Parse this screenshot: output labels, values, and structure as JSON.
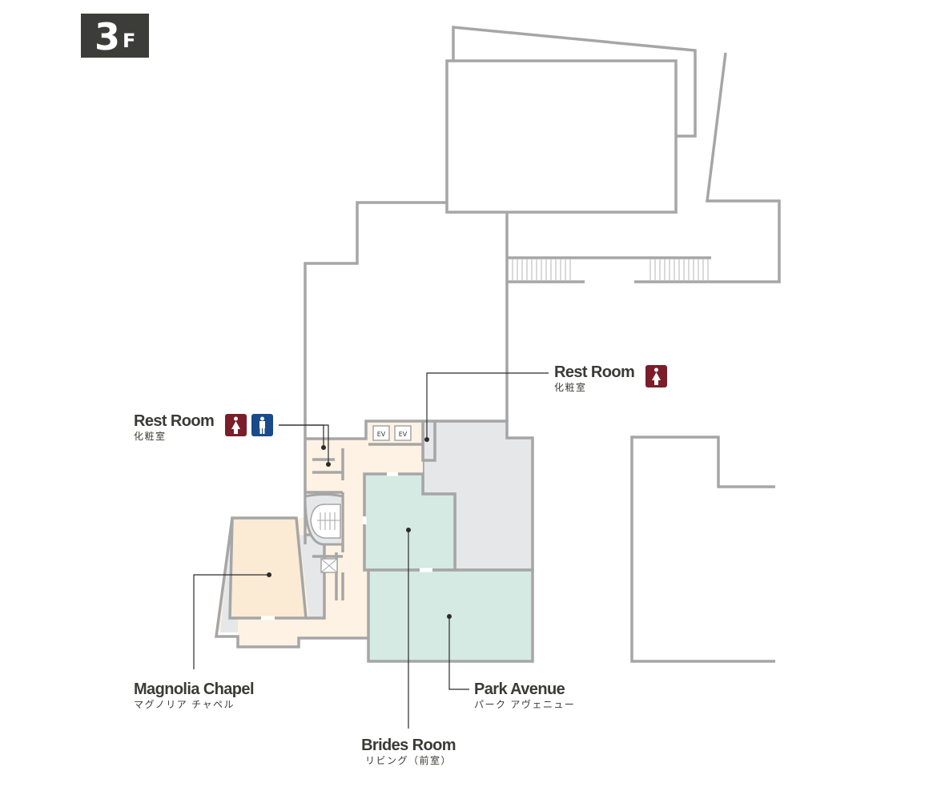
{
  "floor": {
    "number": "3",
    "unit": "F"
  },
  "colors": {
    "wall": "#a6a6a6",
    "wall_fill": "#ffffff",
    "service_grey": "#e6e7e8",
    "corridor_cream": "#fdf2e3",
    "chapel_peach": "#fcebd4",
    "room_mint": "#d5eae2",
    "text": "#3a3a36",
    "badge_bg": "#3c3c38",
    "restroom_women": "#7b1d2a",
    "restroom_men": "#1a4a8a"
  },
  "labels": {
    "rest_room_left": {
      "en": "Rest Room",
      "ja": "化粧室",
      "icons": [
        "women-restroom-icon",
        "men-restroom-icon"
      ]
    },
    "rest_room_right": {
      "en": "Rest Room",
      "ja": "化粧室",
      "icons": [
        "women-restroom-icon"
      ]
    },
    "magnolia_chapel": {
      "en": "Magnolia Chapel",
      "ja": "マグノリア チャペル"
    },
    "park_avenue": {
      "en": "Park Avenue",
      "ja": "パーク アヴェニュー"
    },
    "brides_room": {
      "en": "Brides Room",
      "ja": "リビング（前室）"
    }
  },
  "elevators": [
    "EV",
    "EV"
  ]
}
